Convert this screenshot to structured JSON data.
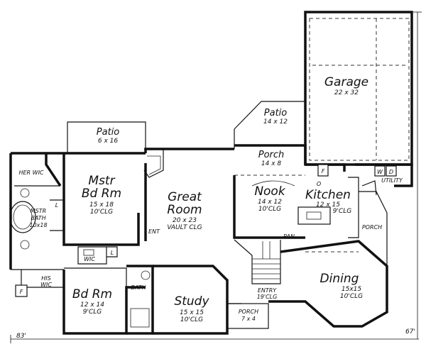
{
  "rooms": {
    "garage": {
      "name": "Garage",
      "size": "22 x 32"
    },
    "patio_top": {
      "name": "Patio",
      "size": "14 x 12"
    },
    "porch_top": {
      "name": "Porch",
      "size": "14 x 8"
    },
    "nook": {
      "name": "Nook",
      "size": "14 x 12",
      "ceiling": "10'CLG"
    },
    "kitchen": {
      "name": "Kitchen",
      "size": "12 x 15",
      "ceiling": "9'CLG"
    },
    "utility": {
      "name": "UTILITY"
    },
    "great_room": {
      "line1": "Great",
      "line2": "Room",
      "size": "20 x 23",
      "ceiling": "VAULT CLG"
    },
    "patio_left": {
      "name": "Patio",
      "size": "6 x 16"
    },
    "master": {
      "line1": "Mstr",
      "line2": "Bd Rm",
      "size": "15 x 18",
      "ceiling": "10'CLG"
    },
    "her_wic": {
      "name": "HER WIC"
    },
    "master_bath": {
      "line1": "MSTR",
      "line2": "BATH",
      "size": "10x18"
    },
    "his_wic": {
      "line1": "HIS",
      "line2": "WIC"
    },
    "wic": {
      "name": "WIC"
    },
    "bedroom": {
      "name": "Bd Rm",
      "size": "12 x 14",
      "ceiling": "9'CLG"
    },
    "bath": {
      "name": "BATH"
    },
    "study": {
      "name": "Study",
      "size": "15 x 15",
      "ceiling": "10'CLG"
    },
    "entry": {
      "name": "ENTRY",
      "ceiling": "19'CLG"
    },
    "porch_front": {
      "name": "PORCH",
      "size": "7 x 4"
    },
    "dining": {
      "name": "Dining",
      "size": "15x15",
      "ceiling": "10'CLG"
    },
    "porch_side": {
      "name": "PORCH"
    }
  },
  "marks": {
    "ent": "ENT",
    "pan": "PAN",
    "washer": "W",
    "dryer": "D",
    "fridge": "F",
    "fridge2": "F",
    "oven": "O",
    "linen": "L",
    "linen2": "L"
  },
  "dimensions": {
    "width": "83'",
    "depth": "67'"
  }
}
